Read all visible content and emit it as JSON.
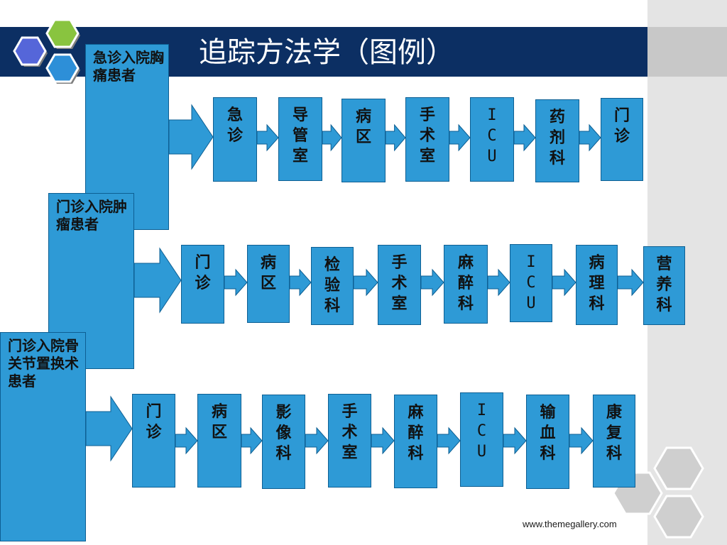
{
  "title": "追踪方法学（图例）",
  "footer": {
    "url": "www.themegallery.com"
  },
  "colors": {
    "box": "#2e9ad6",
    "title_bar": "#0c2f63",
    "hex_blue": "#2d8fd8",
    "hex_green": "#89c43f",
    "hex_purple": "#5566d9",
    "hex_gray": "#cfcfcf"
  },
  "tracks": [
    {
      "patient": "急诊入院胸痛患者",
      "steps": [
        "急诊",
        "导管室",
        "病区",
        "手术室",
        "ICU",
        "药剂科",
        "门诊"
      ]
    },
    {
      "patient": "门诊入院肿瘤患者",
      "steps": [
        "门诊",
        "病区",
        "检验科",
        "手术室",
        "麻醉科",
        "ICU",
        "病理科",
        "营养科"
      ]
    },
    {
      "patient": "门诊入院骨关节置换术患者",
      "steps": [
        "门诊",
        "病区",
        "影像科",
        "手术室",
        "麻醉科",
        "ICU",
        "输血科",
        "康复科"
      ]
    }
  ]
}
